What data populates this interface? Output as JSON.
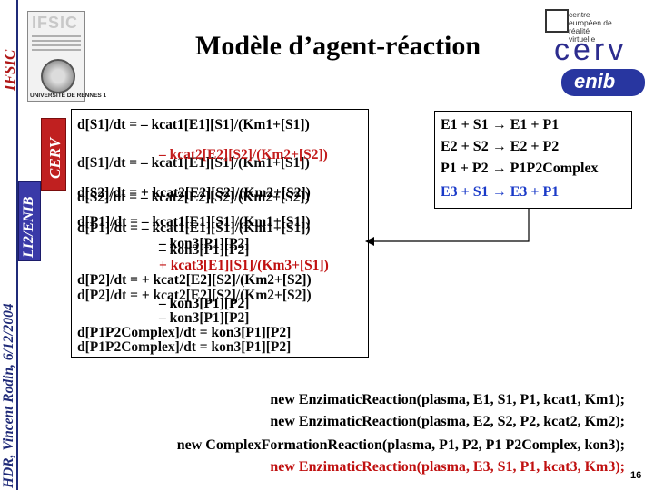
{
  "sidebar": {
    "ifsic": "IFSIC",
    "cerv": "CERV",
    "li2": "LI2/ENIB",
    "footer": "HDR, Vincent Rodin, 6/12/2004"
  },
  "logos": {
    "univ_ifsic": "IFSIC",
    "univ_name": "UNIVERSITÉ DE RENNES 1",
    "cerv_small": [
      "centre",
      "européen de",
      "réalité",
      "virtuelle"
    ],
    "cerv_big": "cerv",
    "enib": "enib"
  },
  "slide": {
    "title": "Modèle d’agent-réaction",
    "page_number": "16"
  },
  "equations": [
    {
      "text": "d[S1]/dt = – kcat1[E1][S1]/(Km1+[S1])",
      "color": "#000000"
    },
    {
      "text": "d[S1]/dt = – kcat1[E1][S1]/(Km1+[S1])",
      "color": "#000000"
    },
    {
      "text": "– kcat2[E2][S2]/(Km2+[S2])",
      "color": "#c01010"
    },
    {
      "text": "d[S2]/dt = + kcat2[E2][S2]/(Km2+[S2])",
      "color": "#000000"
    },
    {
      "text": "d[S2]/dt = – kcat2[E2][S2]/(Km2+[S2])",
      "color": "#000000"
    },
    {
      "text": "d[P1]/dt = – kcat1[E1][S1]/(Km1+[S1])",
      "color": "#000000"
    },
    {
      "text": "d[P1]/dt = – kcat1[E1][S1]/(Km1+[S1])",
      "color": "#000000"
    },
    {
      "text": "– kon3[P1][P2]",
      "color": "#000000"
    },
    {
      "text": "– kon3[P1][P2]",
      "color": "#000000"
    },
    {
      "text": "+ kcat3[E1][S1]/(Km3+[S1])",
      "color": "#c01010"
    },
    {
      "text": "d[P2]/dt = + kcat2[E2][S2]/(Km2+[S2])",
      "color": "#000000"
    },
    {
      "text": "d[P2]/dt = + kcat2[E2][S2]/(Km2+[S2])",
      "color": "#000000"
    },
    {
      "text": "– kon3[P1][P2]",
      "color": "#000000"
    },
    {
      "text": "– kon3[P1][P2]",
      "color": "#000000"
    },
    {
      "text": "d[P1P2Complex]/dt = kon3[P1][P2]",
      "color": "#000000"
    },
    {
      "text": "d[P1P2Complex]/dt = kon3[P1][P2]",
      "color": "#000000"
    }
  ],
  "reactions": [
    {
      "text": "E1 + S1 → E1 + P1",
      "color": "#000000"
    },
    {
      "text": "E2 + S2 → E2 + P2",
      "color": "#000000"
    },
    {
      "text": "P1 + P2 → P1P2Complex",
      "color": "#000000"
    },
    {
      "text": "E3 + S1 → E3 + P1",
      "color": "#1a3ac8"
    }
  ],
  "code_lines": [
    {
      "text": "new EnzimaticReaction(plasma, E1, S1, P1, kcat1, Km1);",
      "color": "#000000"
    },
    {
      "text": "new EnzimaticReaction(plasma, E2, S2, P2, kcat2, Km2);",
      "color": "#000000"
    },
    {
      "text": "new ComplexFormationReaction(plasma, P1, P2, P1 P2Complex, kon3);",
      "color": "#000000"
    },
    {
      "text": "new EnzimaticReaction(plasma, E3, S1, P1, kcat3, Km3);",
      "color": "#c01010"
    }
  ],
  "colors": {
    "accent_red": "#c01010",
    "accent_blue": "#1a3ac8",
    "sidebar_blue": "#3a3aa8",
    "sidebar_red": "#c02020"
  }
}
